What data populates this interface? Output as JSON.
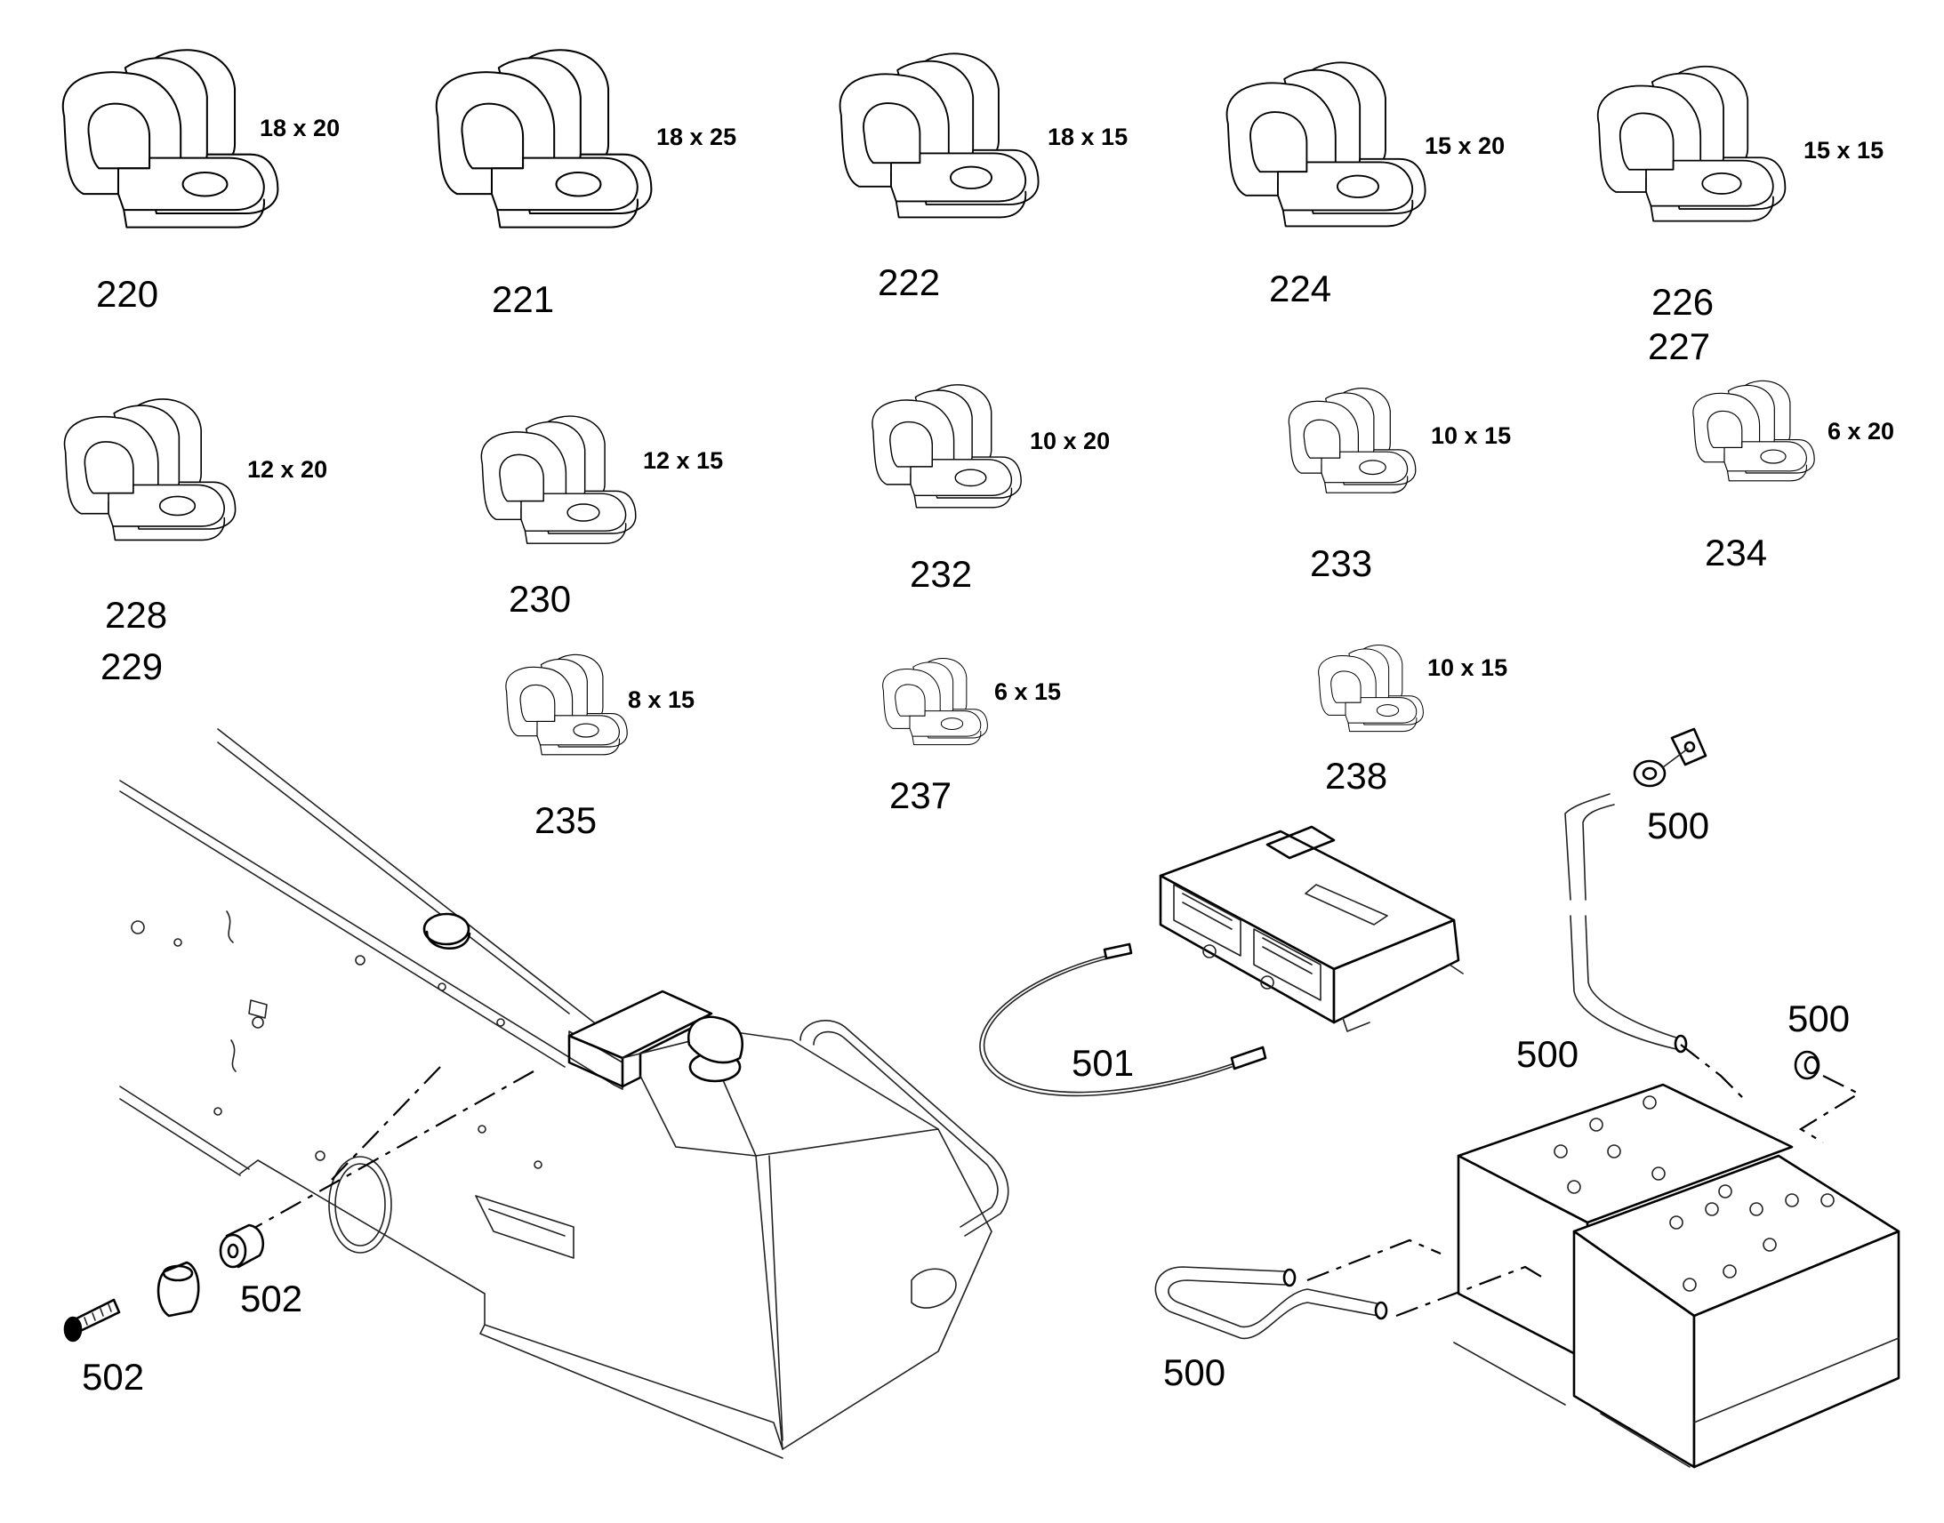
{
  "clamps": [
    {
      "ref": "220",
      "size": "18 x 20"
    },
    {
      "ref": "221",
      "size": "18 x 25"
    },
    {
      "ref": "222",
      "size": "18 x 15"
    },
    {
      "ref": "224",
      "size": "15 x 20"
    },
    {
      "ref": "226",
      "ref2": "227",
      "size": "15 x 15"
    },
    {
      "ref": "228",
      "ref2": "229",
      "size": "12 x 20"
    },
    {
      "ref": "230",
      "size": "12 x 15"
    },
    {
      "ref": "232",
      "size": "10 x 20"
    },
    {
      "ref": "233",
      "size": "10 x 15"
    },
    {
      "ref": "234",
      "size": "6 x 20"
    },
    {
      "ref": "235",
      "size": "8 x 15"
    },
    {
      "ref": "237",
      "size": "6 x 15"
    },
    {
      "ref": "238",
      "size": "10 x 15"
    }
  ],
  "callouts": {
    "nut_top": "500",
    "cable_upper": "500",
    "cap_right": "500",
    "cable_lower": "500",
    "wire_harness": "501",
    "spacer": "502",
    "bolt": "502"
  }
}
